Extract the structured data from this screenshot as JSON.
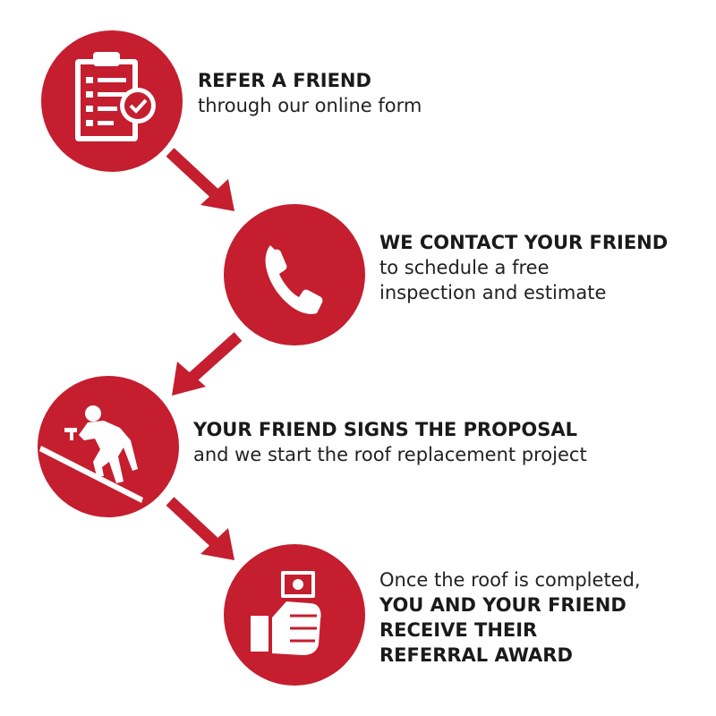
{
  "colors": {
    "accent": "#c41e2f",
    "text": "#1a1a1a"
  },
  "steps": [
    {
      "icon": "clipboard-check-icon",
      "heading": "REFER A FRIEND",
      "lines": [
        "through our online form"
      ]
    },
    {
      "icon": "phone-icon",
      "heading": "WE CONTACT YOUR FRIEND",
      "lines": [
        "to schedule a free",
        "inspection and estimate"
      ]
    },
    {
      "icon": "roofer-icon",
      "heading": "YOUR FRIEND SIGNS THE PROPOSAL",
      "lines": [
        "and we start the roof replacement project"
      ]
    },
    {
      "icon": "hand-money-icon",
      "intro": "Once the roof is completed,",
      "heading_lines": [
        "YOU AND YOUR FRIEND",
        "RECEIVE THEIR",
        "REFERRAL AWARD"
      ]
    }
  ]
}
